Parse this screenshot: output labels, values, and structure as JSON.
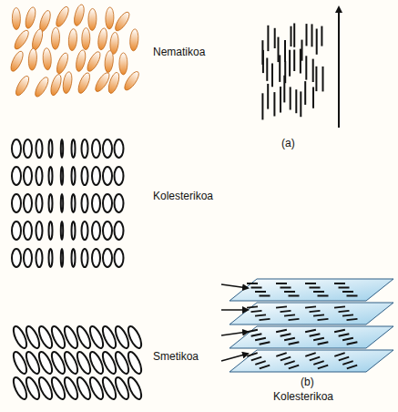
{
  "diagram": {
    "labels": [
      "Nematikoa",
      "Kolesterikoa",
      "Smetikoa",
      "(a)",
      "(b)",
      "Kolesterikoa"
    ]
  }
}
